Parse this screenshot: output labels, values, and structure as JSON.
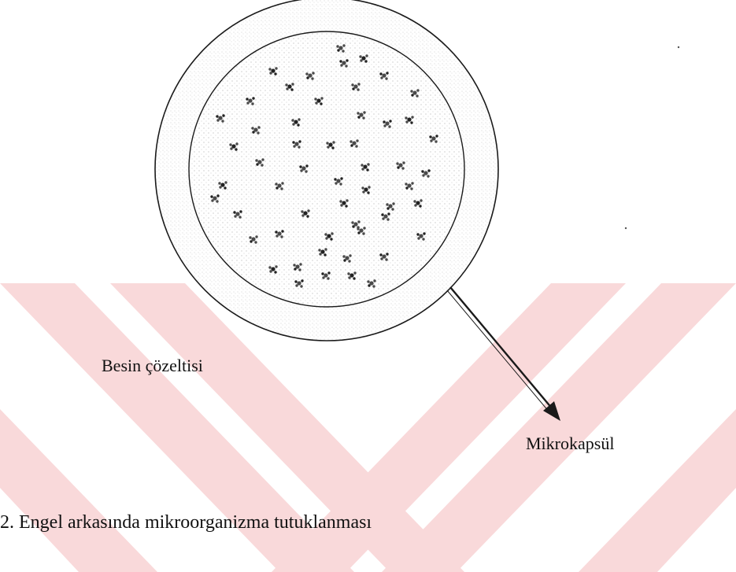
{
  "diagram": {
    "label_solution": "Besin çözeltisi",
    "label_capsule": "Mikrokapsül",
    "caption": "2. Engel arkasında mikroorganizma tutuklanması"
  },
  "colors": {
    "watermark": "#f9d9da",
    "line": "#1a1a1a",
    "stipple": "#9a9a9a"
  }
}
